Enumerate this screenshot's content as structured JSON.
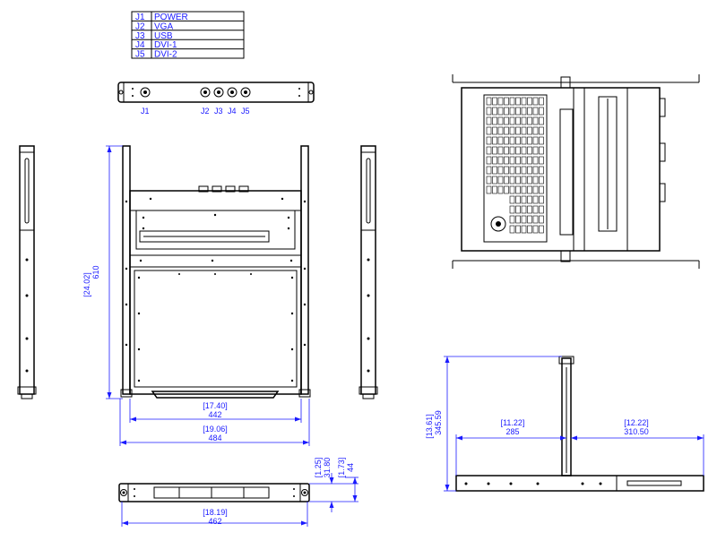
{
  "connector_table": [
    {
      "id": "J1",
      "name": "POWER"
    },
    {
      "id": "J2",
      "name": "VGA"
    },
    {
      "id": "J3",
      "name": "USB"
    },
    {
      "id": "J4",
      "name": "DVI-1"
    },
    {
      "id": "J5",
      "name": "DVI-2"
    }
  ],
  "rear_connector_labels": [
    "J1",
    "J2",
    "J3",
    "J4",
    "J5"
  ],
  "dimensions": {
    "front_height": {
      "imperial": "[24.02]",
      "metric": "610"
    },
    "inner_width": {
      "imperial": "[17.40]",
      "metric": "442"
    },
    "outer_width": {
      "imperial": "[19.06]",
      "metric": "484"
    },
    "bottom_width": {
      "imperial": "[18.19]",
      "metric": "462"
    },
    "bottom_h1": {
      "imperial": "[1.25]",
      "metric": "31.80"
    },
    "bottom_h2": {
      "imperial": "[1.73]",
      "metric": "44"
    },
    "side_height": {
      "imperial": "[13.61]",
      "metric": "345.59"
    },
    "side_left": {
      "imperial": "[11.22]",
      "metric": "285"
    },
    "side_right": {
      "imperial": "[12.22]",
      "metric": "310.50"
    }
  },
  "colors": {
    "ink": "#000000",
    "dimension": "#1a1aff",
    "background": "#ffffff"
  }
}
